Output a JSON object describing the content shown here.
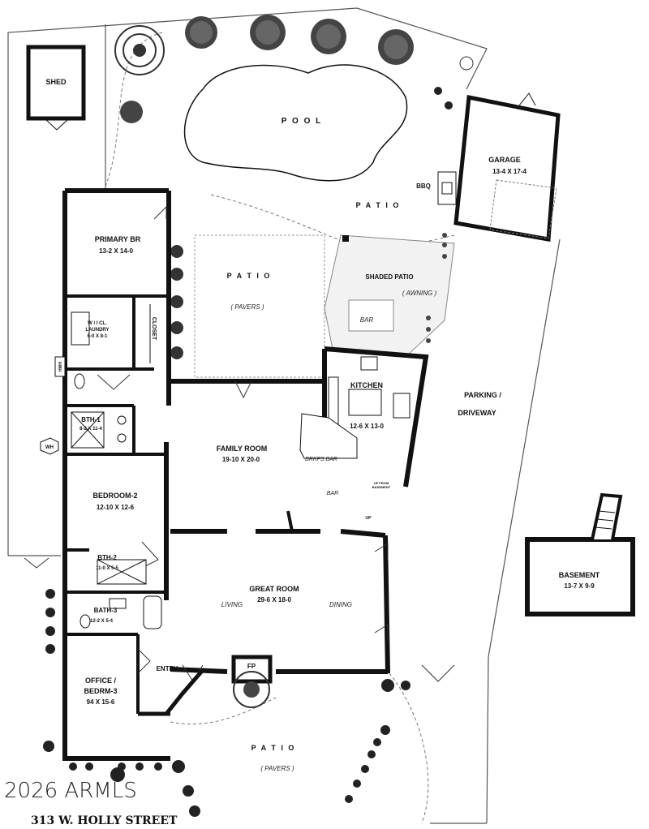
{
  "plan": {
    "address": "313 W. HOLLY STREET",
    "watermark": "2026 ARMLS"
  },
  "rooms": {
    "shed": {
      "name": "SHED"
    },
    "pool": {
      "name": "P O O L"
    },
    "garage": {
      "name": "GARAGE",
      "dims": "13-4 X 17-4"
    },
    "bbq": {
      "name": "BBQ"
    },
    "patio_top": {
      "name": "P A T I O"
    },
    "patio_pavers": {
      "name": "P A T I O",
      "note": "( PAVERS )"
    },
    "primary_br": {
      "name": "PRIMARY BR",
      "dims": "13-2  X  14-0"
    },
    "wic_laundry": {
      "line1": "W / I  CL.",
      "line2": "LAUNDRY",
      "dims": "6-0 X 8-1"
    },
    "closet": {
      "name": "CLOSET"
    },
    "hwh": {
      "name": "HWH"
    },
    "shaded_patio": {
      "name": "SHADED PATIO",
      "note": "( AWNING )"
    },
    "bar_outdoor": {
      "name": "BAR"
    },
    "kitchen": {
      "name": "KITCHEN",
      "dims": "12-6 X 13-0"
    },
    "parking": {
      "line1": "PARKING  /",
      "line2": "DRIVEWAY"
    },
    "bth1": {
      "name": "BTH-1",
      "dims": "8-2 X 11-4"
    },
    "wh": {
      "name": "WH"
    },
    "family_room": {
      "name": "FAMILY ROOM",
      "dims": "19-10  X  20-0"
    },
    "brkfs_bar": {
      "name": "BRKFS BAR"
    },
    "bar_inside": {
      "name": "BAR"
    },
    "stairs_note": {
      "line1": "UP FROM",
      "line2": "BASEMENT",
      "up": "UP"
    },
    "bedroom2": {
      "name": "BEDROOM-2",
      "dims": "12-10 X 12-6"
    },
    "basement": {
      "name": "BASEMENT",
      "dims": "13-7 X 9-9"
    },
    "bth2": {
      "name": "BTH-2",
      "dims": "11-0 X 5-5"
    },
    "great_room": {
      "name": "GREAT ROOM",
      "dims": "29-6  X  18-0",
      "left": "LIVING",
      "right": "DINING"
    },
    "bath3": {
      "name": "BATH-3",
      "dims": "12-2 X 5-4"
    },
    "entry": {
      "name": "ENTRY"
    },
    "fp": {
      "name": "FP"
    },
    "office": {
      "line1": "OFFICE  /",
      "line2": "BEDRM-3",
      "dims": "94  X  15-6"
    },
    "patio_bottom": {
      "name": "P A T I O",
      "note": "( PAVERS )"
    }
  }
}
